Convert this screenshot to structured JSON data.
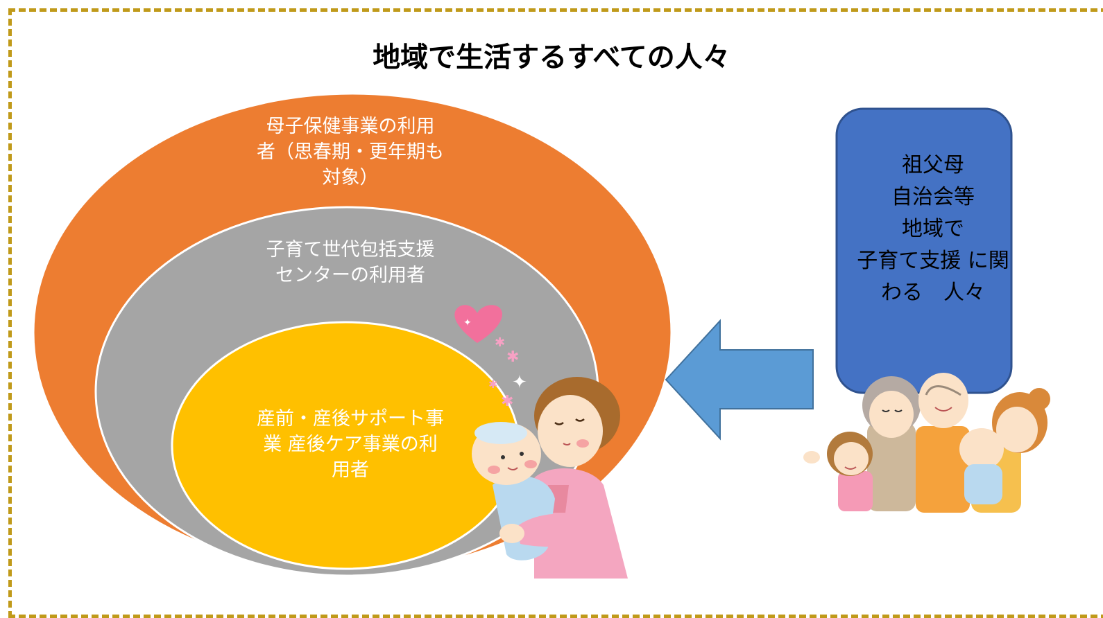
{
  "title": "地域で生活するすべての人々",
  "circles": {
    "outer": [
      "母子保健事業の利用",
      "者（思春期・更年期も",
      "対象）"
    ],
    "middle": [
      "子育て世代包括支援",
      "センターの利用者"
    ],
    "inner": [
      "産前・産後サポート事",
      "業 産後ケア事業の利",
      "用者"
    ]
  },
  "community_box": [
    "祖父母",
    "自治会等",
    "地域で",
    "子育て支援 に関",
    "わる　人々"
  ],
  "colors": {
    "frame": "#c09a1a",
    "outer": "#ed7d31",
    "middle": "#a5a5a5",
    "inner": "#ffc000",
    "box": "#4472c4",
    "arrow": "#5b9bd5"
  },
  "illustrations": [
    "mother-holding-baby",
    "heart-with-sparkles",
    "family-group"
  ]
}
